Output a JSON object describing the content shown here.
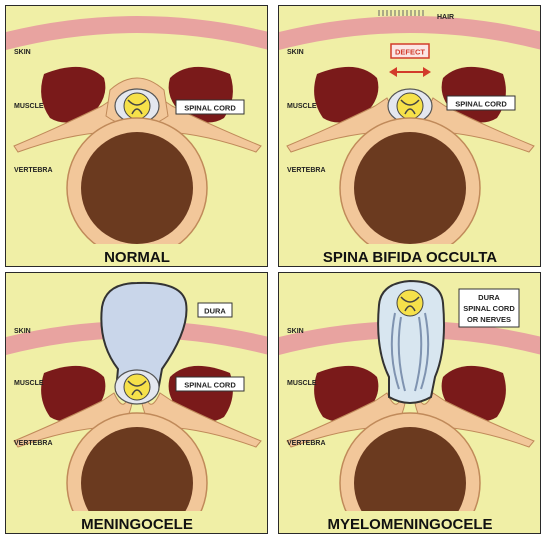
{
  "panels": [
    {
      "caption": "NORMAL",
      "labels": {
        "skin": "SKIN",
        "muscle": "MUSCLE",
        "vertebra": "VERTEBRA",
        "spinal_cord": "SPINAL CORD"
      }
    },
    {
      "caption": "SPINA BIFIDA OCCULTA",
      "labels": {
        "skin": "SKIN",
        "muscle": "MUSCLE",
        "vertebra": "VERTEBRA",
        "spinal_cord": "SPINAL CORD",
        "hair": "HAIR",
        "defect": "DEFECT"
      }
    },
    {
      "caption": "MENINGOCELE",
      "labels": {
        "skin": "SKIN",
        "muscle": "MUSCLE",
        "vertebra": "VERTEBRA",
        "spinal_cord": "SPINAL CORD",
        "dura": "DURA"
      }
    },
    {
      "caption": "MYELOMENINGOCELE",
      "labels": {
        "skin": "SKIN",
        "muscle": "MUSCLE",
        "vertebra": "VERTEBRA",
        "dura_cord_nerves": [
          "DURA",
          "SPINAL CORD",
          "OR NERVES"
        ]
      }
    }
  ],
  "colors": {
    "background": "#f0efa6",
    "skin": "#e8a3a0",
    "muscle": "#7a1a1a",
    "bone": "#f2c79a",
    "vertebral_body": "#6b3a1f",
    "spinal_cord": "#f6e14a",
    "dura_sac": "#c9d6ea",
    "defect": "#d23b2a"
  }
}
